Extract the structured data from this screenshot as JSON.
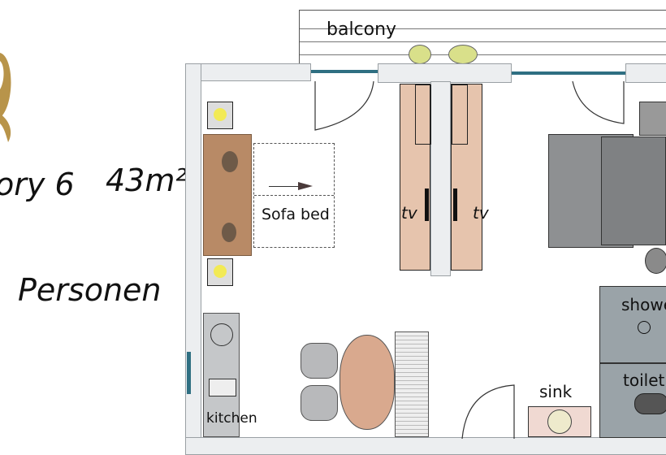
{
  "header": {
    "title_fragment": "ory 6",
    "area": "43m²",
    "persons": "Personen"
  },
  "logo": {
    "color": "#b8944a"
  },
  "rooms": {
    "balcony": "balcony",
    "sofa_bed": "Sofa bed",
    "tv_left": "tv",
    "tv_right": "tv",
    "shower": "shower",
    "toilet": "toilet",
    "sink": "sink",
    "kitchen": "kitchen"
  },
  "colors": {
    "window": "#2f6f82",
    "wood": "#e6c4ad",
    "sofa": "#b88a66",
    "bath": "#9aa3a8",
    "bed": "#8e9092"
  }
}
